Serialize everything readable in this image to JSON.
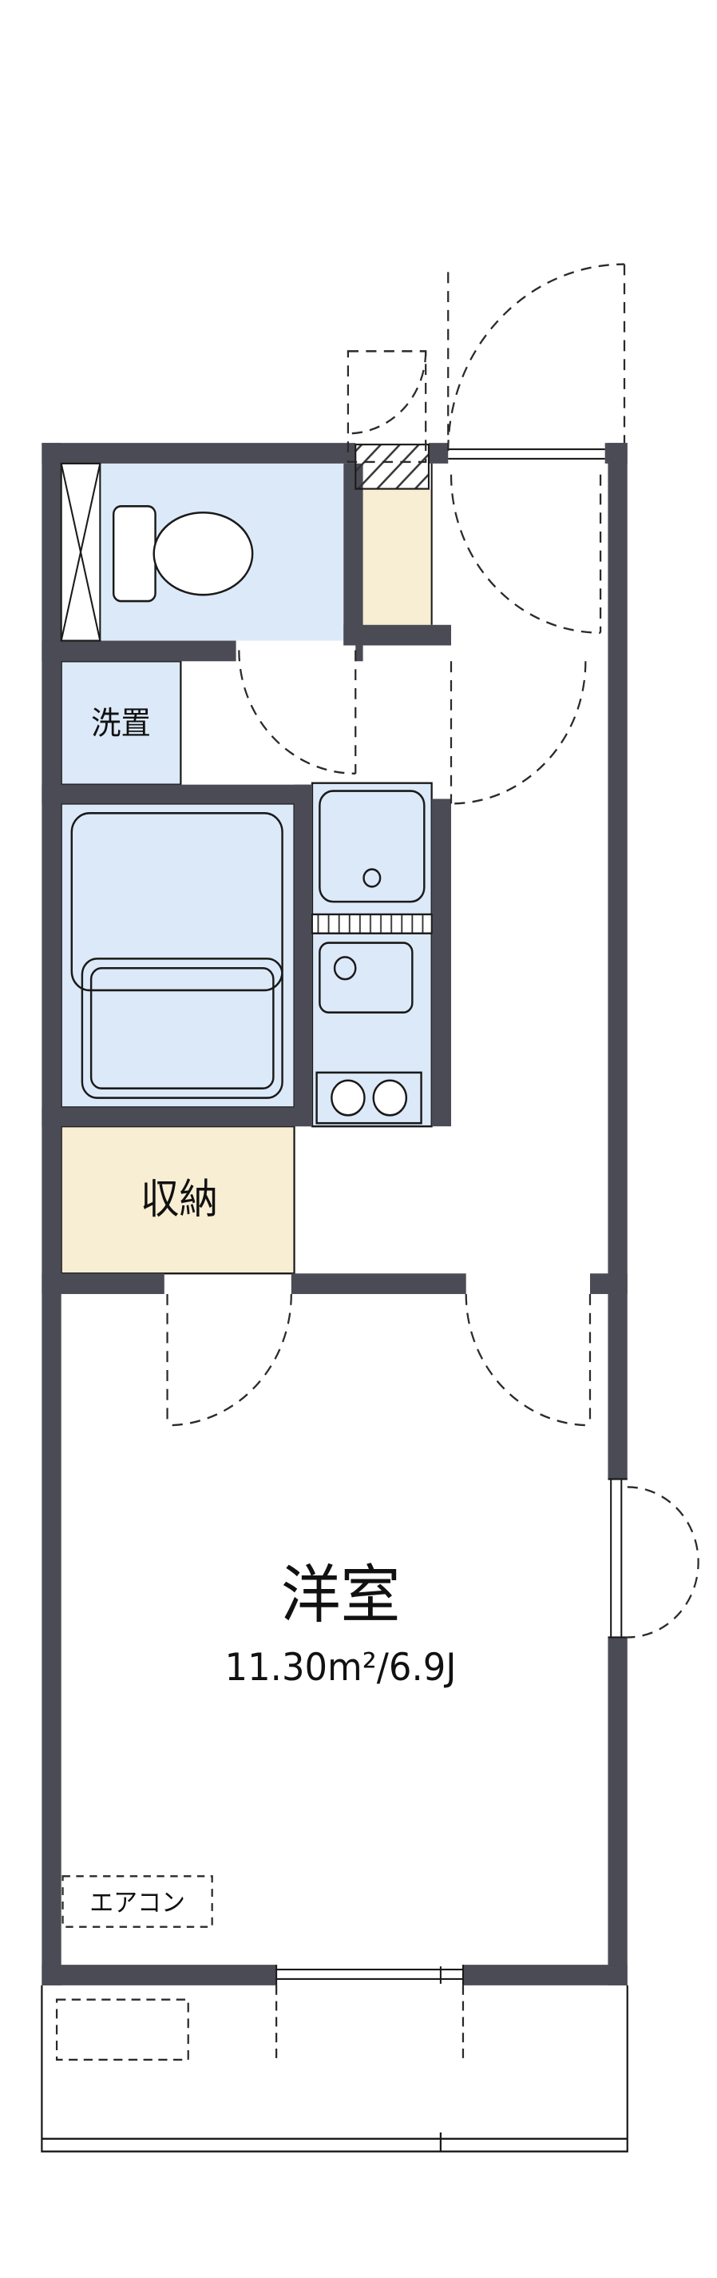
{
  "plan": {
    "labels": {
      "laundry": "洗置",
      "closet": "収納",
      "main_room": "洋室",
      "main_room_size": "11.30m²/6.9J",
      "aircon": "エアコン"
    },
    "colors": {
      "wall": "#4b4b55",
      "water": "#dce9f8",
      "beige": "#f7eed3",
      "line": "#1a1a1a",
      "bg": "#ffffff"
    },
    "fixtures": [
      "toilet",
      "bathtub",
      "shower-area",
      "washbasin",
      "kitchen-sink",
      "stove-burners",
      "pipe-space",
      "air-conditioner"
    ]
  }
}
